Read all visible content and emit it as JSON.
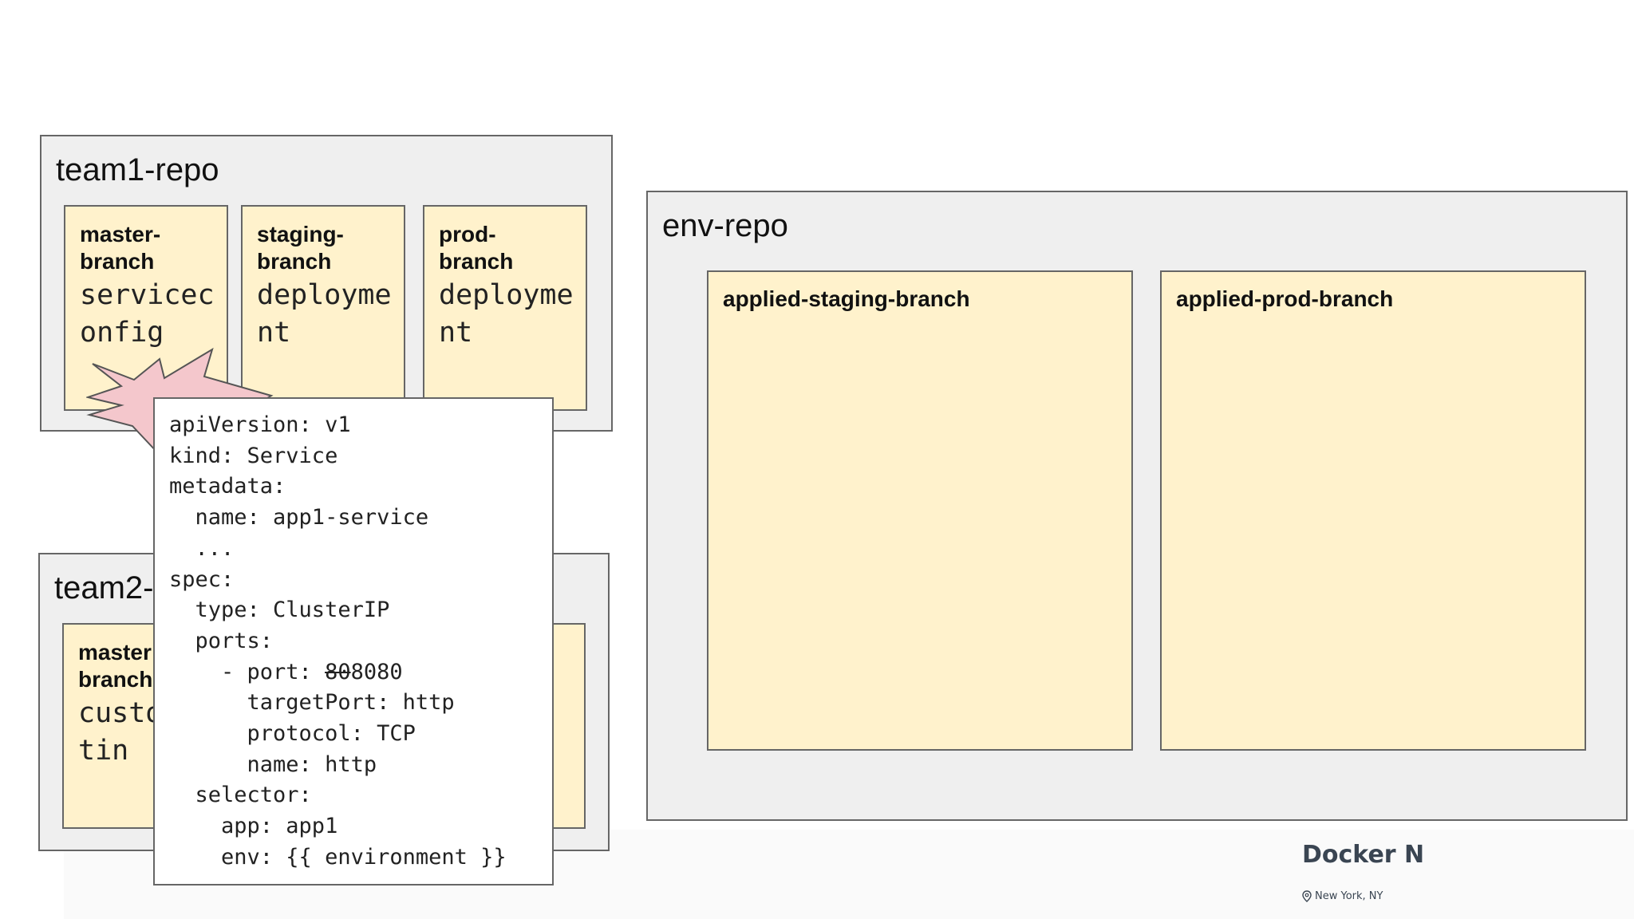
{
  "team1": {
    "title": "team1-repo",
    "branches": [
      {
        "title": "master-\nbranch",
        "body": "serviceconfig"
      },
      {
        "title": "staging-\nbranch",
        "body": "deployment"
      },
      {
        "title": "prod-\nbranch",
        "body": "deployment"
      }
    ]
  },
  "team2": {
    "title": "team2-",
    "branches": [
      {
        "title": "master\nbranch",
        "body": "custosettin"
      }
    ]
  },
  "env": {
    "title": "env-repo",
    "branches": [
      "applied-staging-branch",
      "applied-prod-branch"
    ]
  },
  "code": {
    "lines": [
      "apiVersion: v1",
      "kind: Service",
      "metadata:",
      "  name: app1-service",
      "  ...",
      "spec:",
      "  type: ClusterIP",
      "  ports:",
      "    - port: ",
      "      targetPort: http",
      "      protocol: TCP",
      "      name: http",
      "  selector:",
      "    app: app1",
      "    env: {{ environment }}"
    ],
    "port_old": "80",
    "port_new": "8080"
  },
  "watermark": {
    "title": "Docker N",
    "location": "New York, NY"
  },
  "colors": {
    "repo_bg": "#efefef",
    "branch_bg": "#fff2cc",
    "border": "#666666",
    "burst": "#f4c7cc"
  },
  "icons": [
    "location-pin-icon"
  ]
}
